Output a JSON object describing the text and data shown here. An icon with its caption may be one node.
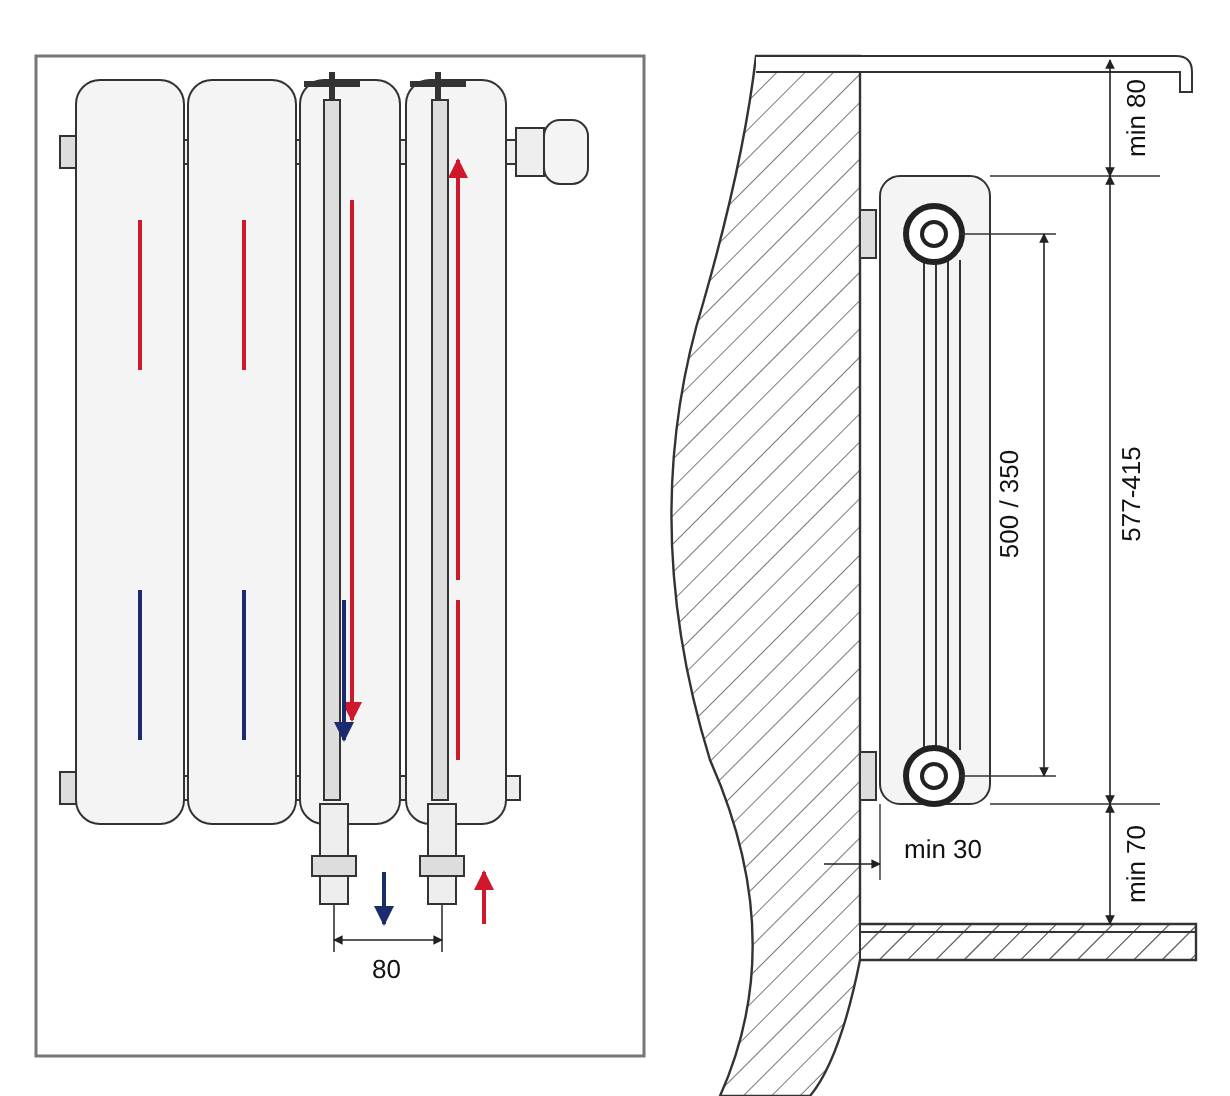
{
  "diagram": {
    "labels": [
      "80",
      "min 80",
      "500 / 350",
      "577-415",
      "min 30",
      "min 70"
    ]
  }
}
